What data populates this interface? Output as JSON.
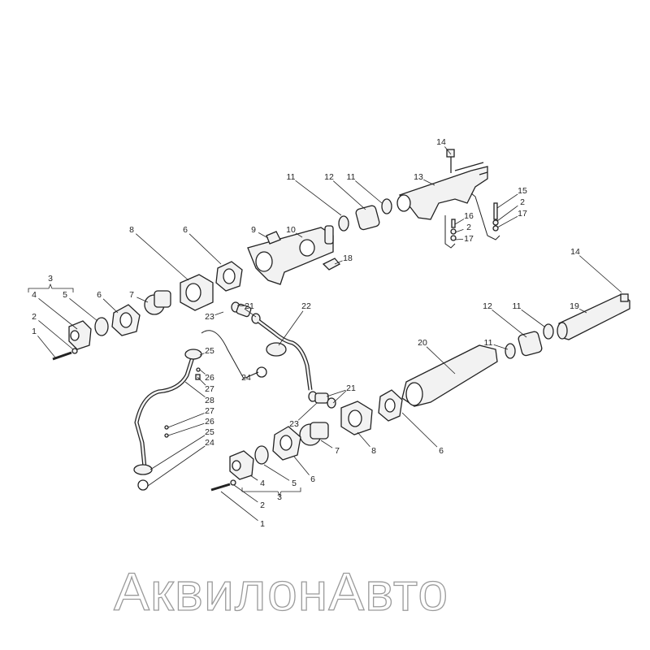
{
  "diagram": {
    "watermark": "АквилонАвто",
    "callouts": [
      "14",
      "11",
      "12",
      "11",
      "13",
      "15",
      "2",
      "17",
      "16",
      "2",
      "17",
      "9",
      "10",
      "18",
      "8",
      "6",
      "14",
      "3",
      "4",
      "5",
      "6",
      "7",
      "21",
      "22",
      "23",
      "2",
      "1",
      "12",
      "11",
      "19",
      "11",
      "20",
      "25",
      "26",
      "27",
      "28",
      "24",
      "21",
      "27",
      "26",
      "25",
      "24",
      "23",
      "7",
      "8",
      "6",
      "6",
      "5",
      "4",
      "3",
      "2",
      "1"
    ],
    "colors": {
      "line": "#222222",
      "part_fill": "#f2f2f2",
      "watermark_stroke": "#9a9a9a"
    }
  }
}
